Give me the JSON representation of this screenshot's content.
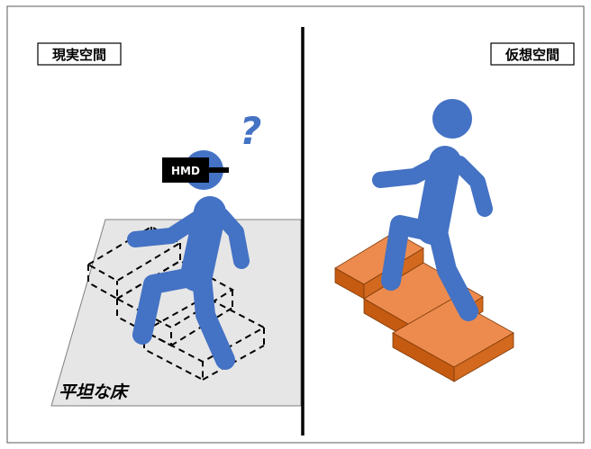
{
  "labels": {
    "real_space": "現実空間",
    "virtual_space": "仮想空間",
    "hmd": "HMD",
    "flat_floor": "平坦な床",
    "question_mark": "?"
  },
  "colors": {
    "person": "#4472C4",
    "floor_fill": "#E6E6E6",
    "stair_top": "#ED8B4E",
    "stair_side": "#C55A11",
    "hmd": "#000000",
    "divider": "#000000"
  }
}
